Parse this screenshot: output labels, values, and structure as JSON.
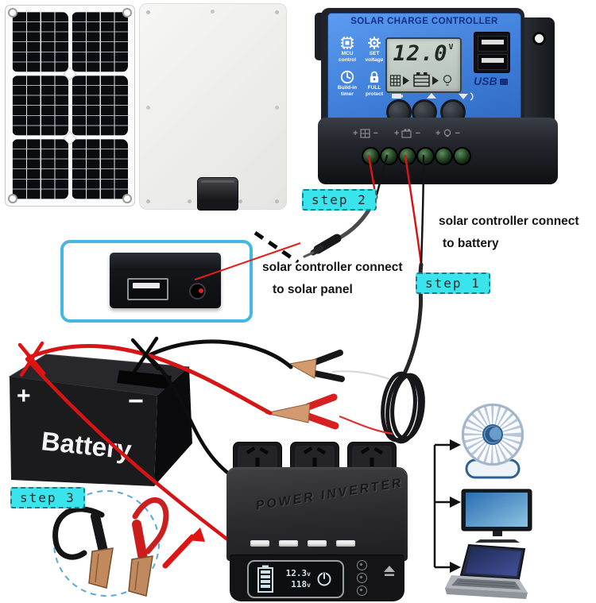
{
  "scene": {
    "description": "Solar charge controller kit wiring diagram"
  },
  "controller": {
    "title": "SOLAR CHARGE CONTROLLER",
    "features": [
      {
        "icon": "chip-icon",
        "line1": "MCU",
        "line2": "control"
      },
      {
        "icon": "gear-icon",
        "line1": "SET",
        "line2": "voltage"
      },
      {
        "icon": "clock-icon",
        "line1": "Build-in",
        "line2": "timer"
      },
      {
        "icon": "lock-icon",
        "line1": "FULL",
        "line2": "protect"
      }
    ],
    "lcd": {
      "voltage": "12.0",
      "unit": "V"
    },
    "usb_label": "USB",
    "terminal_sign": {
      "plus": "+",
      "minus": "−"
    }
  },
  "steps": {
    "step1": "step 1",
    "step2": "step 2",
    "step3": "step 3"
  },
  "annotations": {
    "panel_line1": "solar controller connect",
    "panel_line2": "to solar panel",
    "battery_line1": "solar controller connect",
    "battery_line2": "to battery"
  },
  "battery": {
    "label": "Battery",
    "plus": "+",
    "minus": "−"
  },
  "inverter": {
    "label": "POWER INVERTER",
    "volt_in": "12.3",
    "volt_in_unit": "v",
    "volt_out": "118",
    "volt_out_unit": "v"
  },
  "appliances": [
    {
      "name": "fan"
    },
    {
      "name": "monitor"
    },
    {
      "name": "laptop"
    }
  ],
  "colors": {
    "accent_cyan": "#3ae4ec",
    "controller_blue": "#3f7fd9",
    "box_border": "#45b7e5",
    "wire_red": "#d61616",
    "wire_black": "#0e0e0e"
  }
}
